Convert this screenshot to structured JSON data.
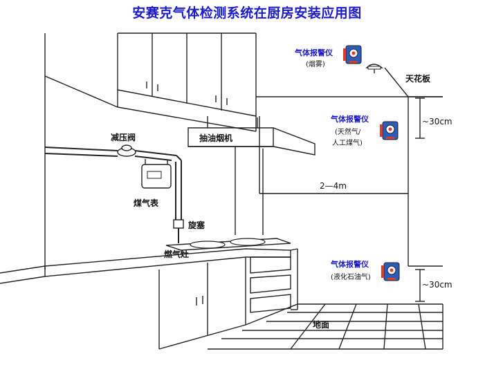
{
  "title": "安赛克气体检测系统在厨房安装应用图",
  "labels": {
    "ceiling": "天花板",
    "floor": "地面",
    "range_hood": "抽油烟机",
    "pressure_valve": "减压阀",
    "gas_meter": "煤气表",
    "plug_valve": "旋塞",
    "gas_stove": "燃气灶",
    "distance_2_4m": "2—4m"
  },
  "detectors": [
    {
      "name": "气体报警仪",
      "gas": "(烟雾)"
    },
    {
      "name": "气体报警仪",
      "gas_line1": "(天然气/",
      "gas_line2": "人工煤气)",
      "distance": "~30cm"
    },
    {
      "name": "气体报警仪",
      "gas": "(液化石油气)",
      "distance": "~30cm"
    }
  ],
  "colors": {
    "title": "#1a1ac8",
    "detector_label": "#1a1ac8",
    "detector_body": "#2b5db8",
    "detector_accent": "#e03a2a"
  }
}
